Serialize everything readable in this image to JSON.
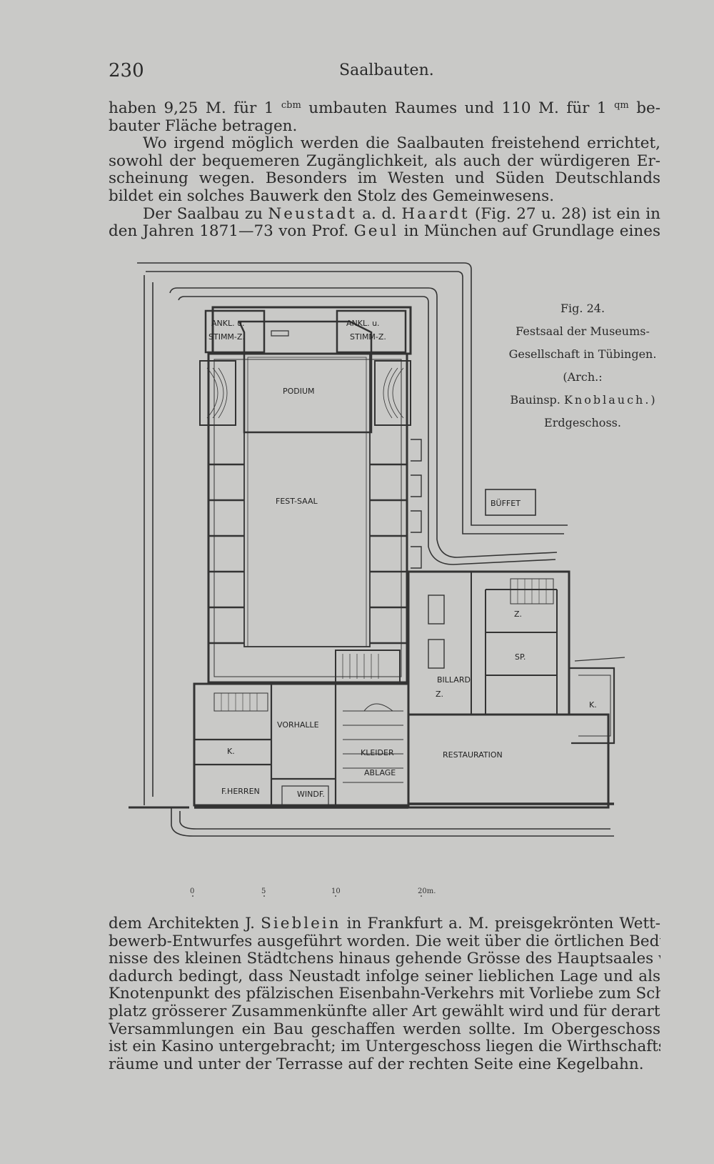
{
  "header": {
    "page_number": "230",
    "running_title": "Saalbauten."
  },
  "top_paragraph": {
    "lines": [
      "haben 9,25 M. für 1",
      "umbauten Raumes und 110 M. für 1",
      "be-",
      "bauter Fläche betragen.",
      "Wo irgend möglich werden die Saalbauten freistehend errichtet,",
      "sowohl der bequemeren Zugänglichkeit, als auch der würdigeren Er-",
      "scheinung wegen. Besonders im Westen und Süden Deutschlands",
      "bildet ein solches Bauwerk den Stolz des Gemeinwesens.",
      "Der Saalbau zu",
      "Neustadt",
      "a. d.",
      "Haardt",
      "(Fig. 27 u. 28) ist ein in",
      "den Jahren 1871—73 von Prof.",
      "Geul",
      "in München auf Grundlage eines"
    ],
    "unit_cbm": "cbm",
    "unit_qm": "qm"
  },
  "figure": {
    "caption": {
      "fig_number": "Fig. 24.",
      "title_line1": "Festsaal der Museums-",
      "title_line2": "Gesellschaft in Tübingen.",
      "arch_line": "(Arch.:",
      "architect_prefix": "Bauinsp.",
      "architect_name": "Knoblauch.",
      "architect_close": ")",
      "floor": "Erdgeschoss."
    },
    "rooms": {
      "ankl_left_1": "ANKL. u.",
      "ankl_left_2": "STIMM-Z.",
      "ankl_right_1": "ANKL. u.",
      "ankl_right_2": "STIMM-Z.",
      "podium": "PODIUM",
      "festsaal": "FEST-SAAL",
      "buffet": "BÜFFET",
      "z": "Z.",
      "sp": "SP.",
      "k_right": "K.",
      "billard_1": "BILLARD",
      "billard_2": "Z.",
      "vorhalle": "VORHALLE",
      "k_left": "K.",
      "kleider_1": "KLEIDER",
      "kleider_2": "ABLAGE",
      "restauration": "RESTAURATION",
      "f_herren": "F.HERREN",
      "windf": "WINDF."
    },
    "scale": {
      "ticks": [
        "0",
        "5",
        "10",
        "20m."
      ]
    }
  },
  "bottom_paragraph": {
    "lines": [
      "dem Architekten J.",
      "Sieblein",
      "in Frankfurt a. M. preisgekrönten Wett-",
      "bewerb-Entwurfes ausgeführt worden. Die weit über die örtlichen Bedürf-",
      "nisse des kleinen Städtchens hinaus gehende Grösse des Hauptsaales wurde",
      "dadurch bedingt, dass Neustadt infolge seiner lieblichen Lage und als",
      "Knotenpunkt des pfälzischen Eisenbahn-Verkehrs mit Vorliebe zum Schau-",
      "platz grösserer Zusammenkünfte aller Art gewählt wird und für derartige",
      "Versammlungen ein Bau geschaffen werden sollte. Im Obergeschoss",
      "ist ein Kasino untergebracht; im Untergeschoss liegen die Wirthschafts-",
      "räume und unter der Terrasse auf der rechten Seite eine Kegelbahn."
    ]
  }
}
